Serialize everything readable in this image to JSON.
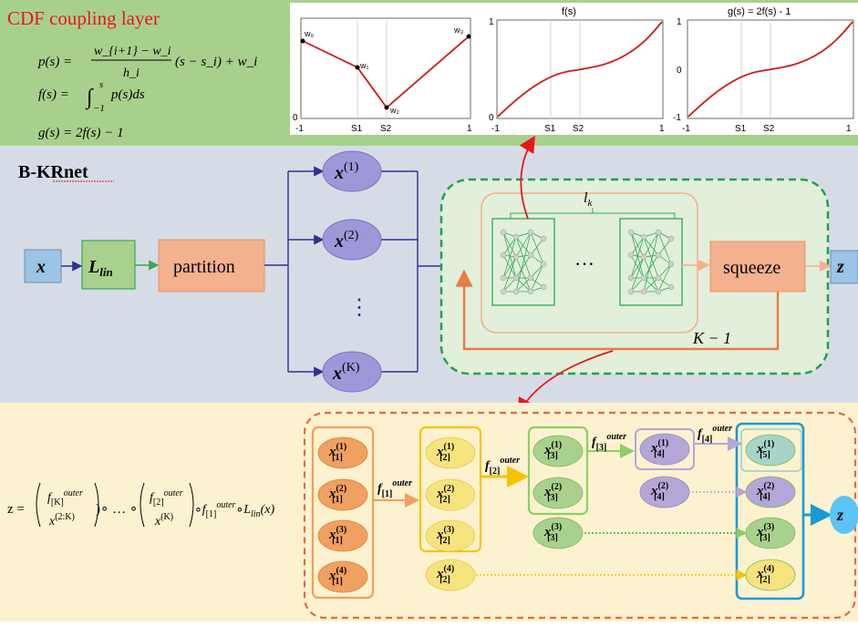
{
  "top": {
    "title": "CDF coupling layer",
    "eq_p": "p(s) = (w_{i+1} − w_i)/h_i (s − s_i) + w_i",
    "eq_p_lhs": "p(s) =",
    "eq_p_num": "w_{i+1} − w_i",
    "eq_p_den": "h_i",
    "eq_p_rhs": "(s − s_i) + w_i",
    "eq_f_lhs": "f(s) =",
    "eq_f_int": "∫",
    "eq_f_up": "s",
    "eq_f_low": "−1",
    "eq_f_rhs": "p(s)ds",
    "eq_g": "g(s) = 2f(s) − 1",
    "plot1": {
      "title": "",
      "points": [
        {
          "label": "w_0",
          "x": -1,
          "y": 0.85
        },
        {
          "label": "w_1",
          "x": -0.27,
          "y": 0.55
        },
        {
          "label": "w_2",
          "x": 0.0,
          "y": 0.02
        },
        {
          "label": "w_3",
          "x": 1,
          "y": 0.92
        }
      ],
      "xticks": [
        "-1",
        "S1",
        "S2",
        "1"
      ],
      "yticks": [
        "0"
      ],
      "pointlabels": [
        "w₀",
        "w₁",
        "w₂",
        "w₃"
      ]
    },
    "plot2": {
      "title": "f(s)",
      "xticks": [
        "-1",
        "S1",
        "S2",
        "1"
      ],
      "yticks": [
        "0",
        "1"
      ]
    },
    "plot3": {
      "title": "g(s) = 2f(s) - 1",
      "xticks": [
        "-1",
        "S1",
        "S2",
        "1"
      ],
      "yticks": [
        "-1",
        "0",
        "1"
      ]
    }
  },
  "middle": {
    "title": "B-KRnet",
    "input": "x",
    "llin": "L",
    "llin_sub": "lin",
    "partition": "partition",
    "parts": [
      "x^(1)",
      "x^(2)",
      "x^(K)"
    ],
    "part_main": "x",
    "part_sups": [
      "(1)",
      "(2)",
      "(K)"
    ],
    "ellipsis_v": "⋮",
    "lk": "l",
    "lk_sub": "k",
    "dots": "···",
    "squeeze": "squeeze",
    "output": "z",
    "loop_label": "K − 1"
  },
  "bottom": {
    "equation": "z = (f[K]outer x(2:K)) ∘ … ∘ (f[2]outer x(K)) ∘ f[1]outer ∘ Llin(x)",
    "eq_z": "z =",
    "eq_f": "f",
    "eq_outer": "outer",
    "eq_K": "[K]",
    "eq_x2K": "(2:K)",
    "eq_2": "[2]",
    "eq_xK": "(K)",
    "eq_1": "[1]",
    "eq_mid": ")∘ … ∘",
    "eq_end": "(x)",
    "eq_x": "x",
    "eq_L": "L",
    "eq_lin": "lin",
    "f_labels": [
      "[1]",
      "[2]",
      "[3]",
      "[4]"
    ],
    "nodes": {
      "col1": [
        [
          "(1)",
          "[1]"
        ],
        [
          "(2)",
          "[1]"
        ],
        [
          "(3)",
          "[1]"
        ],
        [
          "(4)",
          "[1]"
        ]
      ],
      "col2": [
        [
          "(1)",
          "[2]"
        ],
        [
          "(2)",
          "[2]"
        ],
        [
          "(3)",
          "[2]"
        ],
        [
          "(4)",
          "[2]"
        ]
      ],
      "col3": [
        [
          "(1)",
          "[3]"
        ],
        [
          "(2)",
          "[3]"
        ],
        [
          "(3)",
          "[3]"
        ]
      ],
      "col4": [
        [
          "(1)",
          "[4]"
        ],
        [
          "(2)",
          "[4]"
        ]
      ],
      "col5": [
        [
          "(1)",
          "[5]"
        ],
        [
          "(2)",
          "[4]"
        ],
        [
          "(3)",
          "[3]"
        ],
        [
          "(4)",
          "[2]"
        ]
      ]
    },
    "output": "z"
  },
  "colors": {
    "top_bg": "#a8d08d",
    "mid_bg": "#d6dce5",
    "bot_bg": "#fdf2cf",
    "red": "#e8171d",
    "orange_node": "#f0a060",
    "yellow_node": "#f7e37e",
    "green_node": "#a9d18e",
    "purple_node": "#b4a7d6",
    "teal_node": "#a8d3c8",
    "blue_node": "#5bc4f5",
    "partition": "#f4b18e",
    "ellipse": "#9e98d8"
  }
}
